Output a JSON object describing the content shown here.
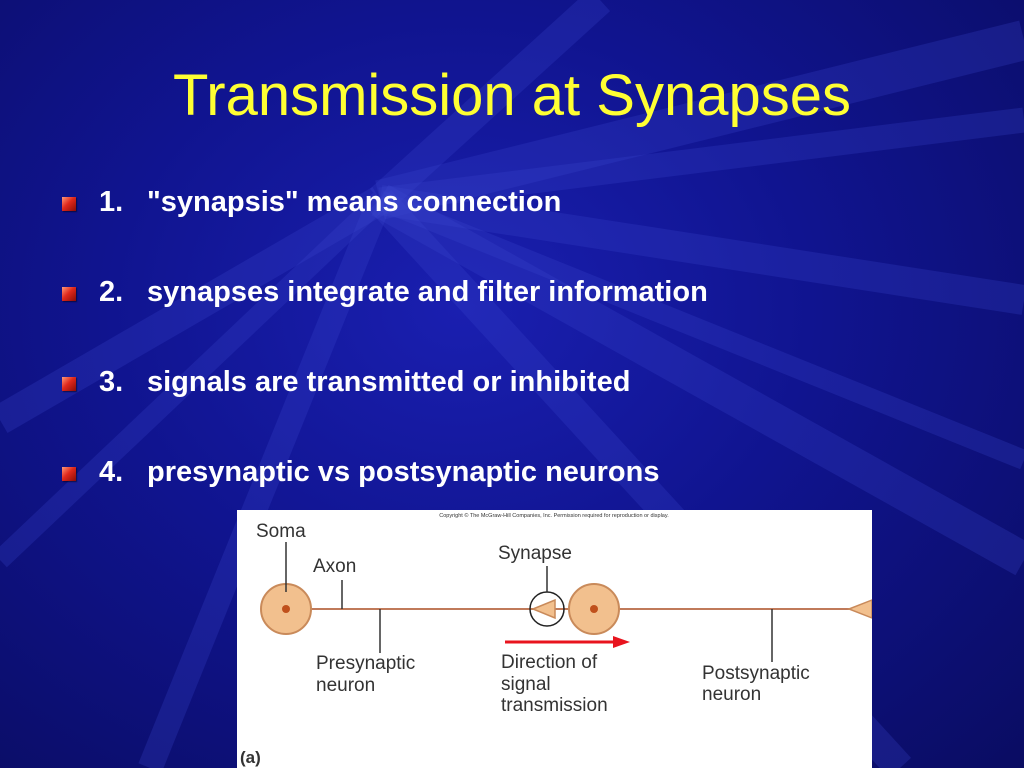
{
  "slide": {
    "title": "Transmission at Synapses",
    "bullets": [
      {
        "number": "1.",
        "text": "\"synapsis\" means connection"
      },
      {
        "number": "2.",
        "text": "synapses integrate and filter information"
      },
      {
        "number": "3.",
        "text": "signals are transmitted or inhibited"
      },
      {
        "number": "4.",
        "text": "presynaptic vs postsynaptic neurons"
      }
    ]
  },
  "figure": {
    "copyright": "Copyright © The McGraw-Hill Companies, Inc. Permission required for reproduction or display.",
    "labels": {
      "soma": "Soma",
      "axon": "Axon",
      "synapse": "Synapse",
      "presynaptic_1": "Presynaptic",
      "presynaptic_2": "neuron",
      "direction_1": "Direction of",
      "direction_2": "signal",
      "direction_3": "transmission",
      "postsynaptic_1": "Postsynaptic",
      "postsynaptic_2": "neuron",
      "panel": "(a)"
    }
  },
  "colors": {
    "title": "#ffff33",
    "text": "#ffffff",
    "bullet_marker": "#e0281c",
    "axon": "#c07a5a",
    "soma_fill": "#f2c08e",
    "arrow": "#e8141e"
  }
}
